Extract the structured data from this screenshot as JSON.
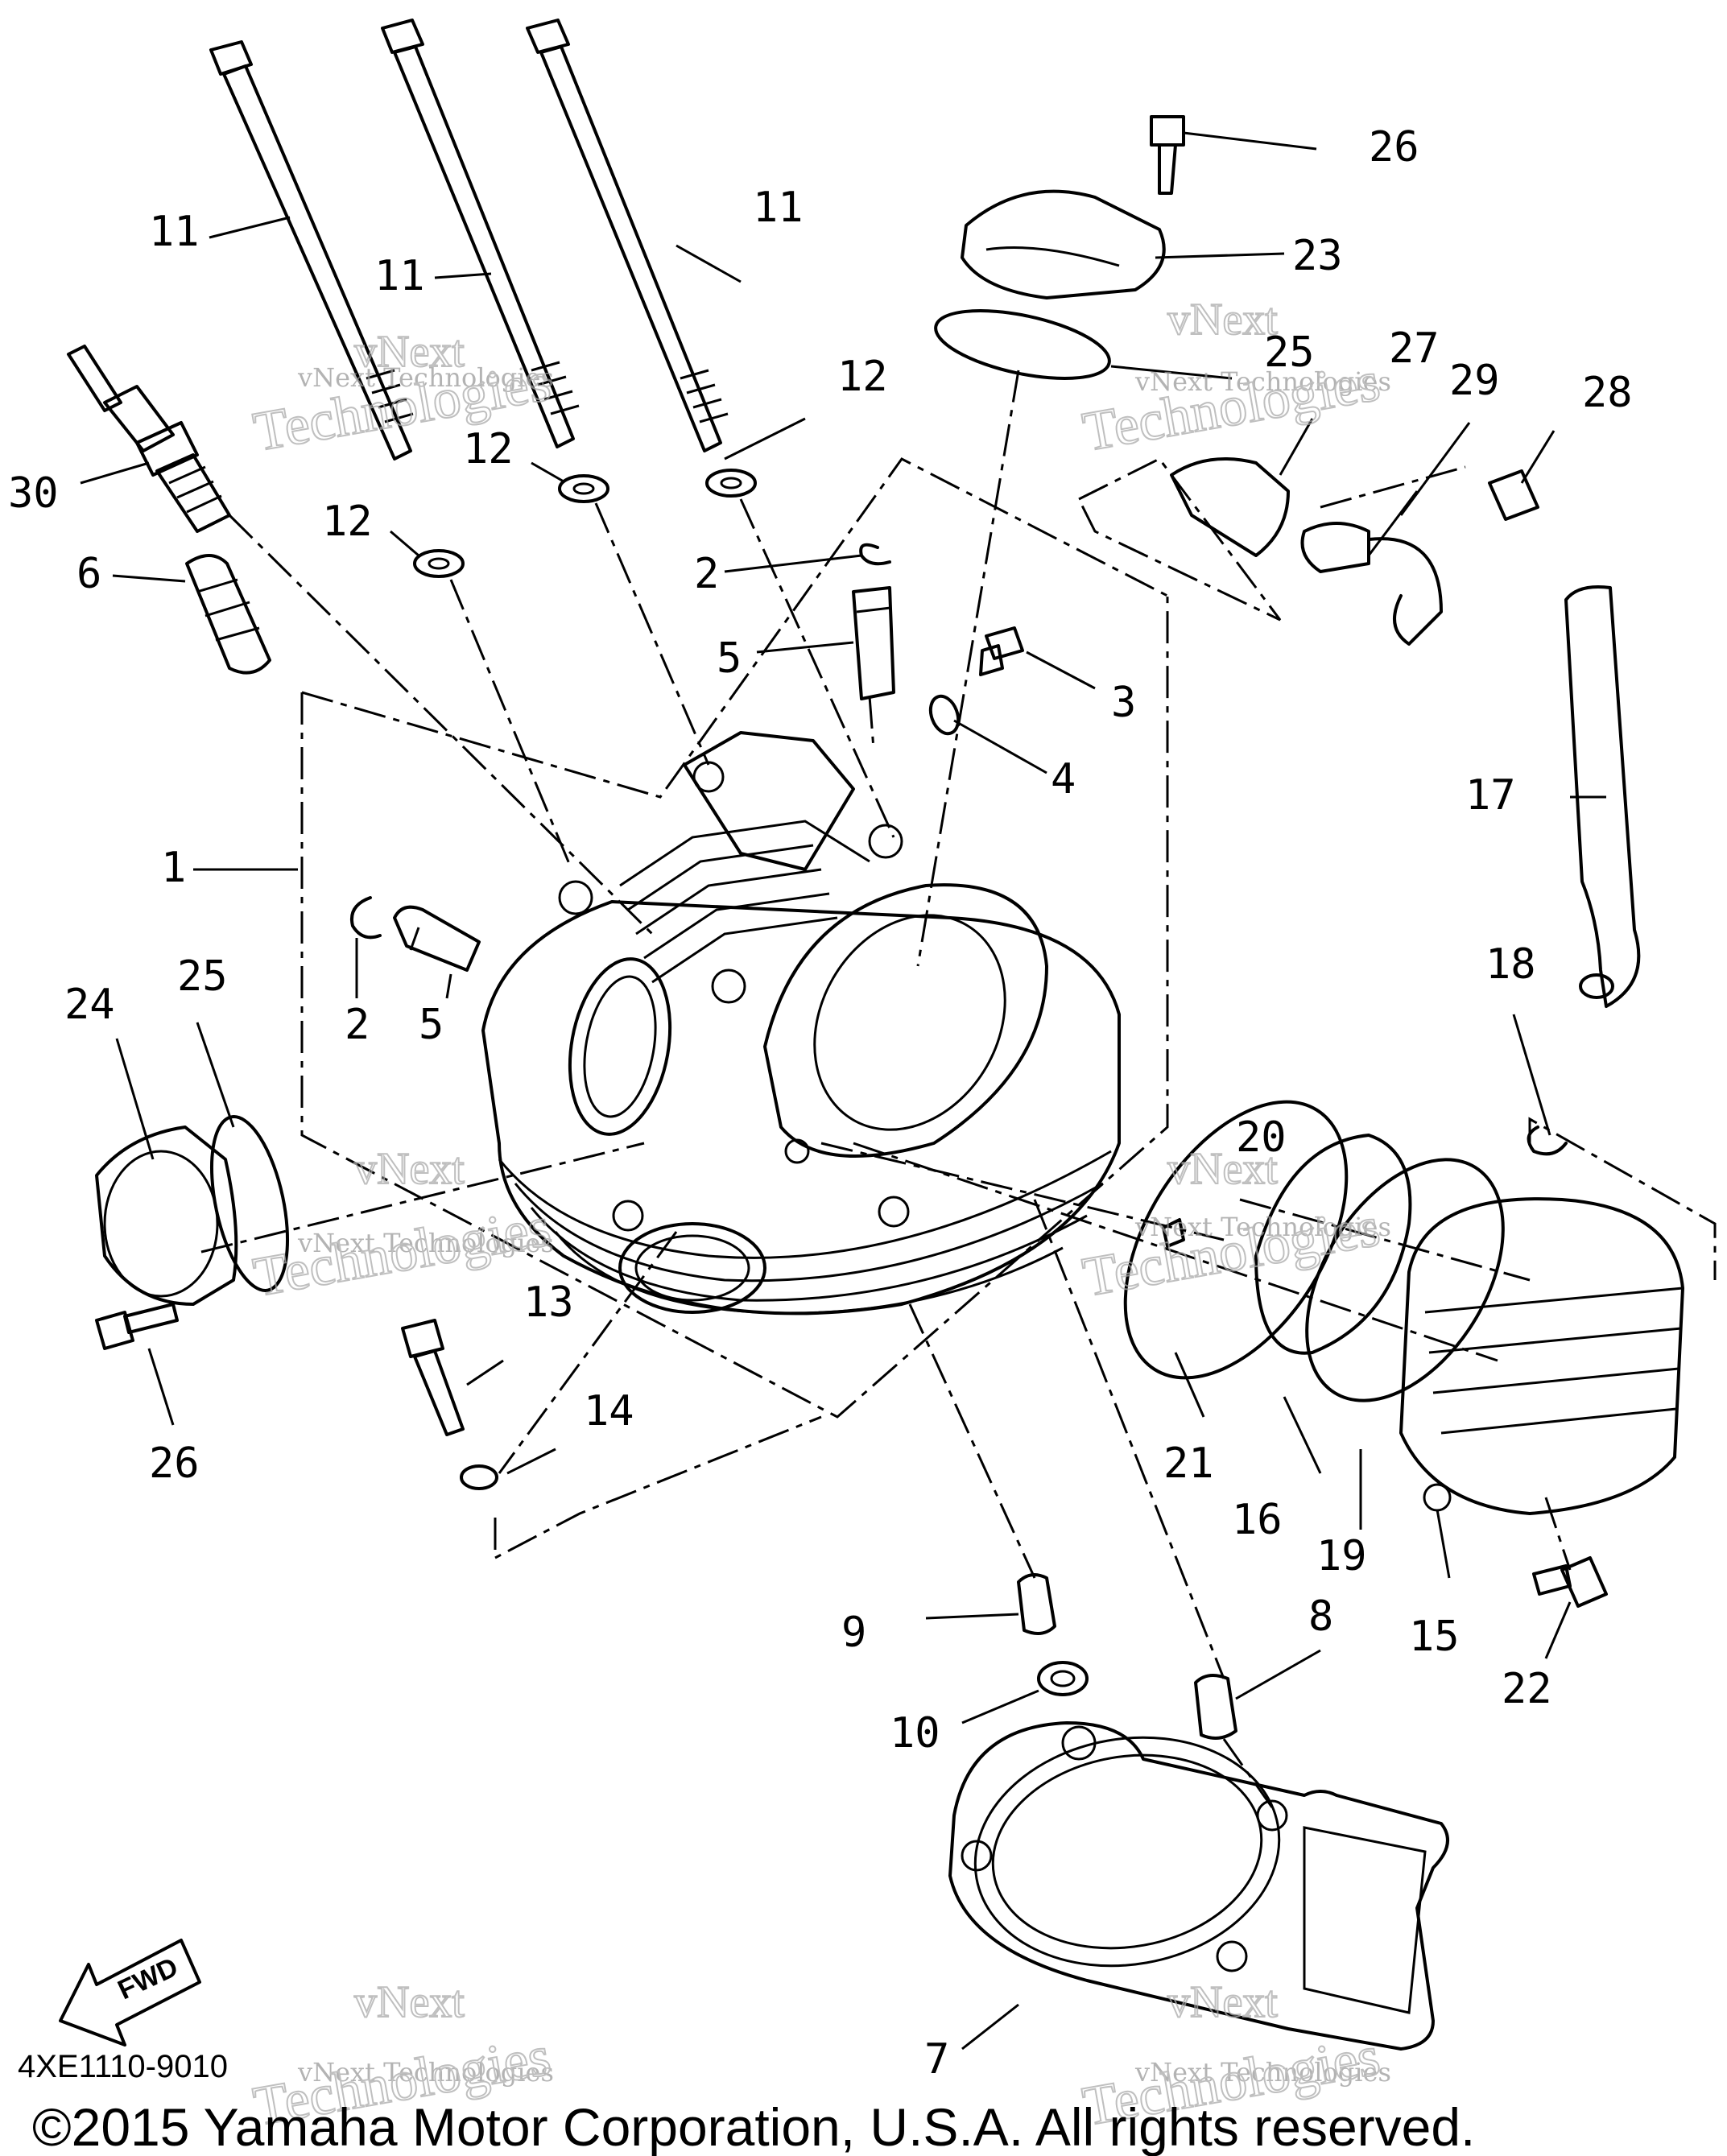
{
  "callouts": [
    {
      "id": "1",
      "text": "1"
    },
    {
      "id": "2a",
      "text": "2"
    },
    {
      "id": "2b",
      "text": "2"
    },
    {
      "id": "3",
      "text": "3"
    },
    {
      "id": "4",
      "text": "4"
    },
    {
      "id": "5a",
      "text": "5"
    },
    {
      "id": "5b",
      "text": "5"
    },
    {
      "id": "6",
      "text": "6"
    },
    {
      "id": "7",
      "text": "7"
    },
    {
      "id": "8",
      "text": "8"
    },
    {
      "id": "9",
      "text": "9"
    },
    {
      "id": "10",
      "text": "10"
    },
    {
      "id": "11a",
      "text": "11"
    },
    {
      "id": "11b",
      "text": "11"
    },
    {
      "id": "11c",
      "text": "11"
    },
    {
      "id": "12a",
      "text": "12"
    },
    {
      "id": "12b",
      "text": "12"
    },
    {
      "id": "12c",
      "text": "12"
    },
    {
      "id": "13",
      "text": "13"
    },
    {
      "id": "14",
      "text": "14"
    },
    {
      "id": "15",
      "text": "15"
    },
    {
      "id": "16",
      "text": "16"
    },
    {
      "id": "17",
      "text": "17"
    },
    {
      "id": "18",
      "text": "18"
    },
    {
      "id": "19",
      "text": "19"
    },
    {
      "id": "20",
      "text": "20"
    },
    {
      "id": "21",
      "text": "21"
    },
    {
      "id": "22",
      "text": "22"
    },
    {
      "id": "23",
      "text": "23"
    },
    {
      "id": "24",
      "text": "24"
    },
    {
      "id": "25a",
      "text": "25"
    },
    {
      "id": "25b",
      "text": "25"
    },
    {
      "id": "26a",
      "text": "26"
    },
    {
      "id": "26b",
      "text": "26"
    },
    {
      "id": "27",
      "text": "27"
    },
    {
      "id": "28",
      "text": "28"
    },
    {
      "id": "29",
      "text": "29"
    },
    {
      "id": "30",
      "text": "30"
    }
  ],
  "fwd_label": "FWD",
  "diagram_code": "4XE1110-9010",
  "watermark": {
    "line1": "vNext Technologies",
    "big1": "vNext",
    "big2": "Technologies"
  },
  "copyright": "©2015 Yamaha Motor Corporation, U.S.A. All rights reserved."
}
